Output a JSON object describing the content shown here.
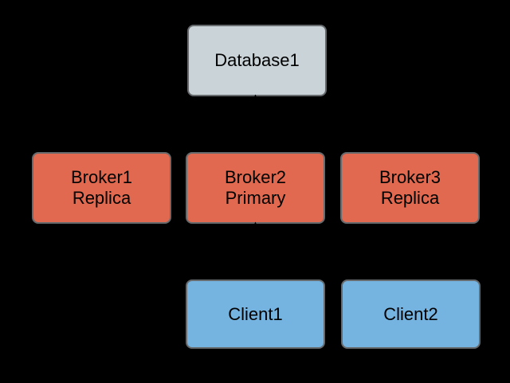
{
  "diagram": {
    "background_color": "#000000",
    "border_color": "#666a6c",
    "text_color": "#000000",
    "nodes": {
      "database1": {
        "label": "Database1",
        "fill": "#c9d3d8",
        "type": "database"
      },
      "broker1": {
        "name": "Broker1",
        "role": "Replica",
        "fill": "#e0694f",
        "type": "broker"
      },
      "broker2": {
        "name": "Broker2",
        "role": "Primary",
        "fill": "#e0694f",
        "type": "broker"
      },
      "broker3": {
        "name": "Broker3",
        "role": "Replica",
        "fill": "#e0694f",
        "type": "broker"
      },
      "client1": {
        "label": "Client1",
        "fill": "#75b3e0",
        "type": "client"
      },
      "client2": {
        "label": "Client2",
        "fill": "#75b3e0",
        "type": "client"
      }
    },
    "connections": [
      {
        "from": "broker2",
        "to": "database1",
        "arrow_color": "#000000",
        "arrowhead_at": "database1-bottom-center"
      },
      {
        "from": "client1",
        "to": "broker2",
        "arrow_color": "#000000",
        "arrowhead_at": "broker2-bottom-center"
      }
    ]
  }
}
